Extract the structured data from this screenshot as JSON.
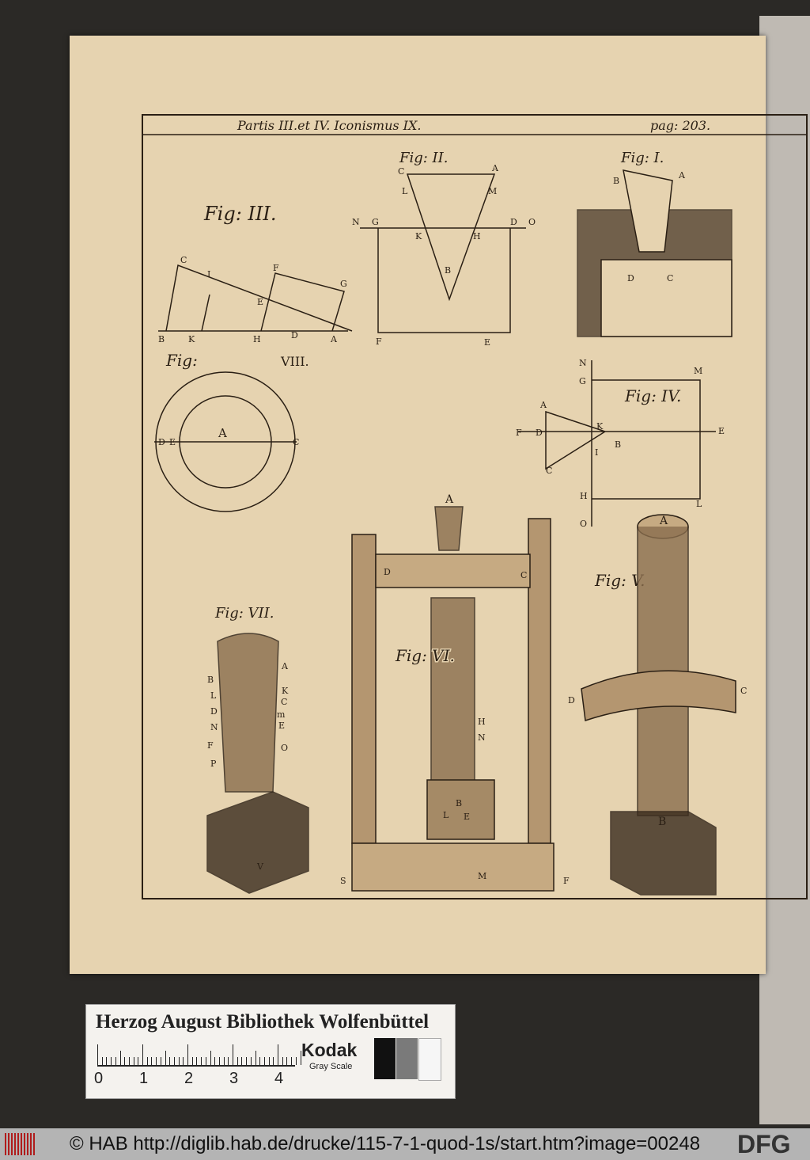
{
  "plate": {
    "header_left": "Partis III.et IV. Iconismus IX.",
    "header_right": "pag: 203.",
    "figures": {
      "fig3": {
        "title": "Fig: III.",
        "letters": [
          "C",
          "I",
          "F",
          "G",
          "E",
          "B",
          "K",
          "H",
          "D",
          "A"
        ]
      },
      "fig2": {
        "title": "Fig: II.",
        "letters": [
          "C",
          "A",
          "L",
          "M",
          "N",
          "G",
          "D",
          "O",
          "K",
          "H",
          "B",
          "F",
          "E"
        ]
      },
      "fig1": {
        "title": "Fig: I.",
        "letters": [
          "B",
          "A",
          "D",
          "C"
        ]
      },
      "fig8": {
        "title": "Fig:",
        "title2": "VIII.",
        "letters": [
          "D",
          "E",
          "A",
          "C"
        ]
      },
      "fig4": {
        "title": "Fig: IV.",
        "letters": [
          "N",
          "M",
          "G",
          "A",
          "F",
          "D",
          "K",
          "B",
          "E",
          "I",
          "C",
          "H",
          "L",
          "O"
        ]
      },
      "fig7": {
        "title": "Fig: VII.",
        "letters": [
          "A",
          "B",
          "K",
          "L",
          "C",
          "D",
          "m",
          "N",
          "E",
          "F",
          "O",
          "P",
          "V"
        ]
      },
      "fig6": {
        "title": "Fig: VI.",
        "letters": [
          "A",
          "D",
          "C",
          "H",
          "N",
          "B",
          "L",
          "E",
          "S",
          "M",
          "F"
        ]
      },
      "fig5": {
        "title": "Fig: V.",
        "letters": [
          "A",
          "D",
          "C",
          "B"
        ]
      }
    }
  },
  "color_card": {
    "title": "Herzog August Bibliothek Wolfenbüttel",
    "ruler_numbers": [
      "0",
      "1",
      "2",
      "3",
      "4"
    ],
    "brand": "Kodak",
    "subtitle": "Gray Scale",
    "patch_colors": [
      "#111111",
      "#7a7a7a",
      "#f6f6f6"
    ]
  },
  "footer": {
    "url_text": "© HAB http://diglib.hab.de/drucke/115-7-1-quod-1s/start.htm?image=00248",
    "dfg": "DFG"
  }
}
